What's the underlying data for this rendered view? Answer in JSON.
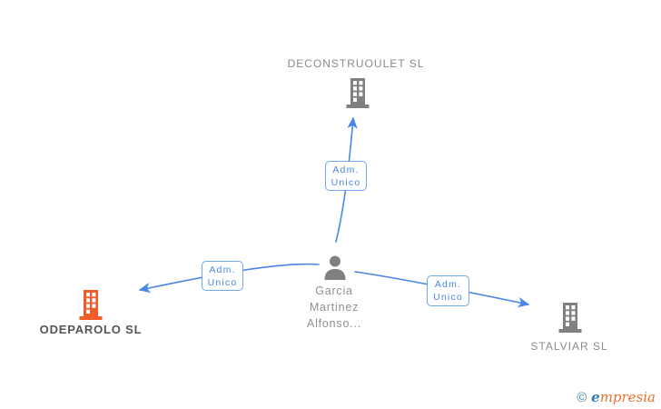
{
  "diagram": {
    "person": {
      "name": "Garcia\nMartinez\nAlfonso..."
    },
    "companies": [
      {
        "name": "DECONSTRUOULET SL",
        "position": "top",
        "icon": "building-icon",
        "icon_color": "#808080",
        "highlighted": false
      },
      {
        "name": "ODEPAROLO SL",
        "position": "left",
        "icon": "building-icon",
        "icon_color": "#f15b2a",
        "highlighted": true
      },
      {
        "name": "STALVIAR SL",
        "position": "right",
        "icon": "building-icon",
        "icon_color": "#808080",
        "highlighted": false
      }
    ],
    "edges": [
      {
        "from": "Garcia Martinez Alfonso...",
        "to": "DECONSTRUOULET SL",
        "label": "Adm.\nUnico"
      },
      {
        "from": "Garcia Martinez Alfonso...",
        "to": "ODEPAROLO SL",
        "label": "Adm.\nUnico"
      },
      {
        "from": "Garcia Martinez Alfonso...",
        "to": "STALVIAR SL",
        "label": "Adm.\nUnico"
      }
    ]
  },
  "colors": {
    "edge_blue": "#4a86e8",
    "label_box_border": "#72a7ea",
    "node_gray": "#808080",
    "node_orange": "#f15b2a",
    "text_gray": "#8a8a8a",
    "text_dark": "#555555",
    "logo_teal": "#4d8ba0",
    "logo_blue": "#2f7cba",
    "logo_orange": "#e8722a"
  },
  "footer": {
    "copyright_symbol": "©",
    "brand_initial": "e",
    "brand_rest": "mpresia"
  }
}
